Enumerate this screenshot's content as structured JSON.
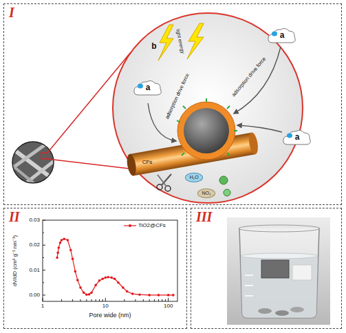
{
  "diagram": {
    "nodes": [
      {
        "text": [
          "I"
        ]
      },
      {
        "text": [
          "a"
        ],
        "in": 0
      },
      {
        "text": [
          "a"
        ],
        "in": 0
      },
      {
        "text": [
          "a"
        ],
        "in": 0
      },
      {
        "text": [
          "H₂O"
        ],
        "in": 0
      },
      {
        "text": [
          "NO₂"
        ],
        "in": 0
      },
      {
        "text": [
          "II"
        ]
      },
      {
        "text": [
          "III"
        ]
      }
    ],
    "labels": [
      "b",
      "light energy",
      "adsorption drive force",
      "adsorption drive force",
      "CFs",
      "0.03",
      "0.02",
      "0.01",
      "0.00",
      "1",
      "10",
      "100",
      "dV/dD (cm³ g⁻¹ nm⁻¹)",
      "Pore wide (nm)"
    ],
    "legend": [
      {
        "text": "TiO2@CFs"
      }
    ]
  }
}
